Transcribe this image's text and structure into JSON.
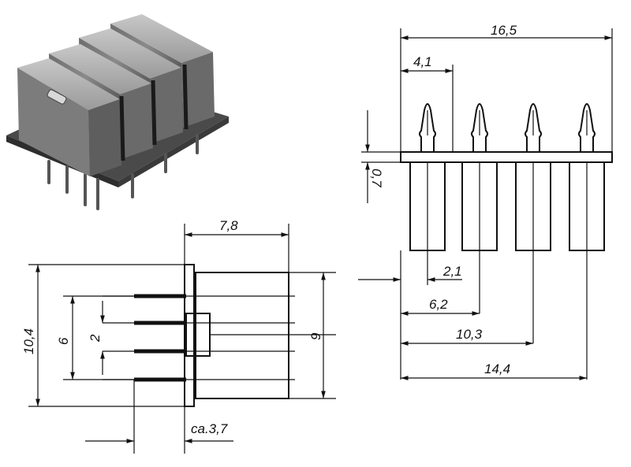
{
  "dimensions": {
    "side_view_width": "16,5",
    "pin_pitch_first": "4,1",
    "body_standoff": "0,7",
    "pin_offset_1": "2,1",
    "pin_offset_2": "6,2",
    "pin_offset_3": "10,3",
    "pin_offset_4": "14,4",
    "top_view_body_width": "7,8",
    "top_view_height": "10,4",
    "pin_row_span": "6",
    "pin_pitch": "2",
    "body_height": "9",
    "pin_length": "ca.3,7"
  }
}
